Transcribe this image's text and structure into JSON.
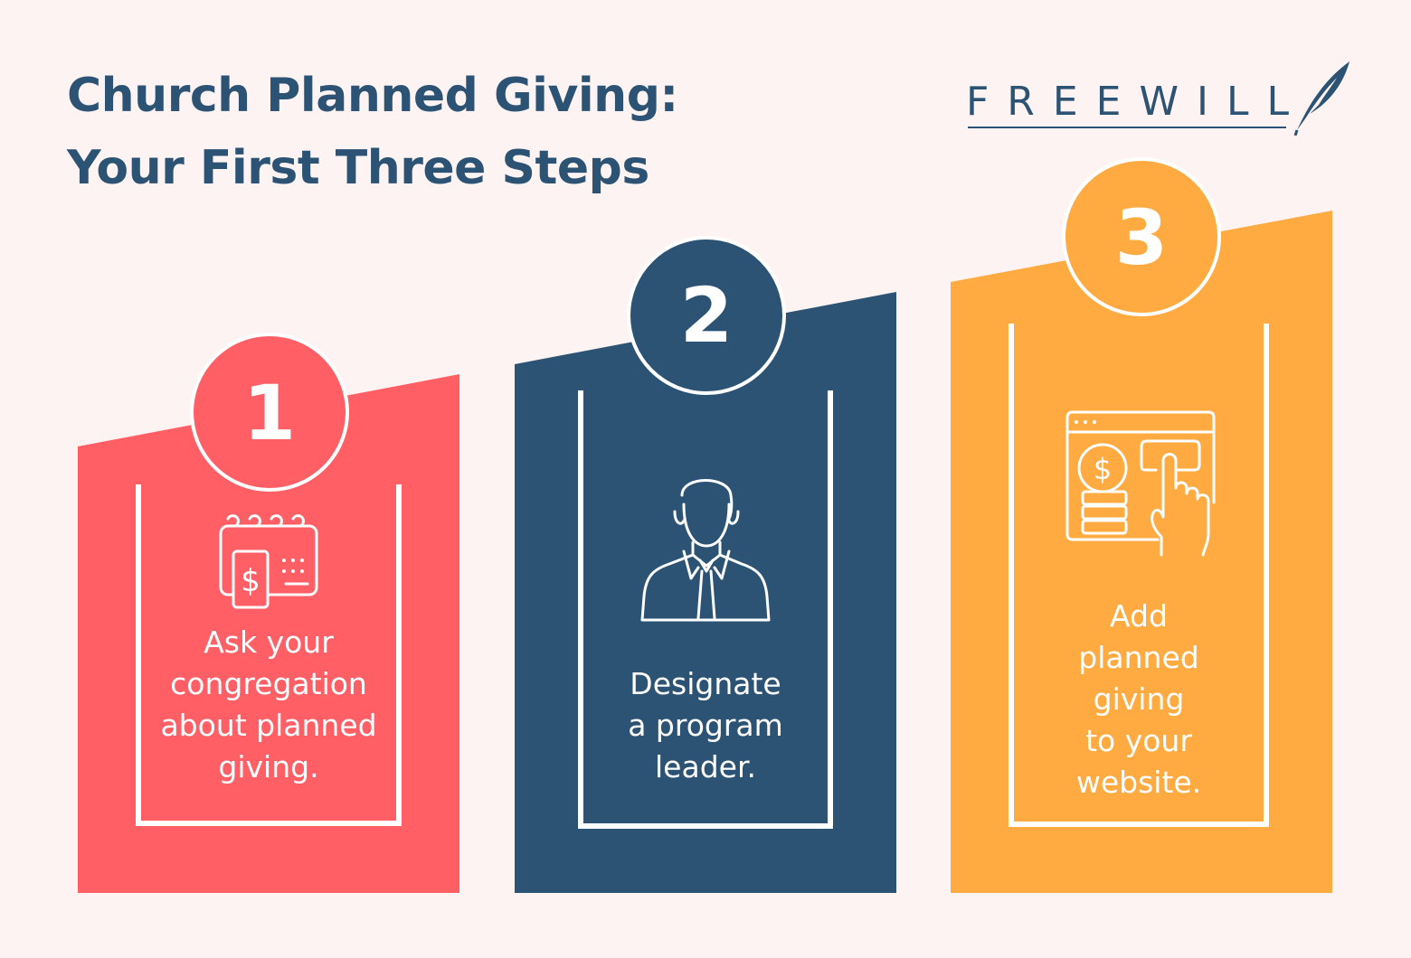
{
  "title": {
    "line1": "Church Planned Giving:",
    "line2": "Your First Three Steps"
  },
  "logo": {
    "text": "FREEWILL",
    "icon": "feather-icon"
  },
  "colors": {
    "background": "#fdf3f2",
    "navy": "#2c5374",
    "step1": "#ff5f65",
    "step2": "#2c5374",
    "step3": "#ffab42"
  },
  "steps": [
    {
      "number": "1",
      "icon": "calendar-dollar-icon",
      "lines": [
        "Ask your",
        "congregation",
        "about planned",
        "giving."
      ]
    },
    {
      "number": "2",
      "icon": "person-suit-icon",
      "lines": [
        "Designate",
        "a program",
        "leader."
      ]
    },
    {
      "number": "3",
      "icon": "website-donation-icon",
      "lines": [
        "Add",
        "planned",
        "giving",
        "to your",
        "website."
      ]
    }
  ]
}
